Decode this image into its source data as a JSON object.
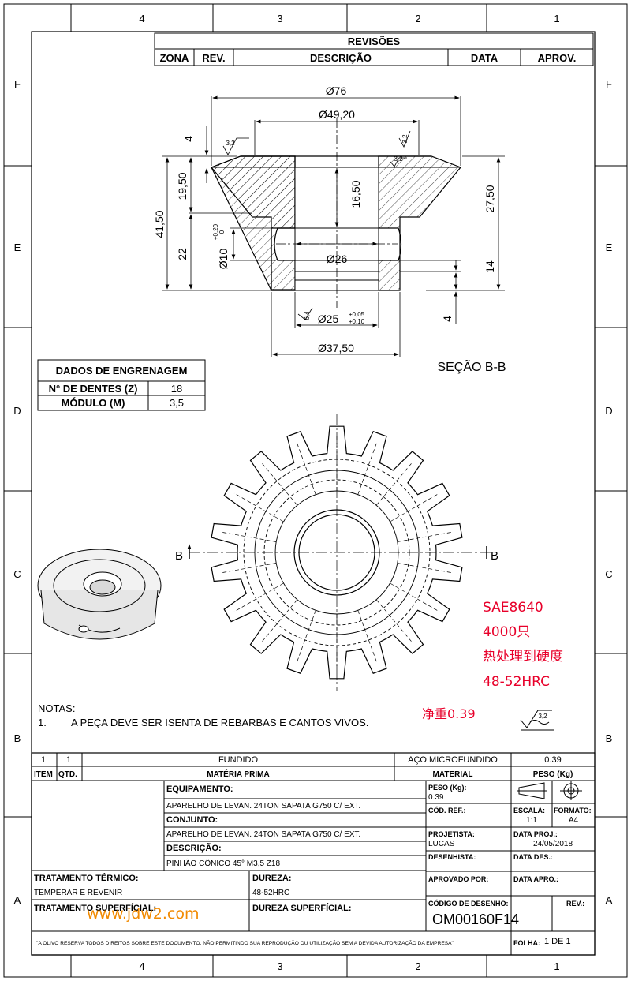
{
  "zones": {
    "columns": [
      "4",
      "3",
      "2",
      "1"
    ],
    "rows": [
      "F",
      "E",
      "D",
      "C",
      "B",
      "A"
    ]
  },
  "revisions": {
    "title": "REVISÕES",
    "headers": [
      "ZONA",
      "REV.",
      "DESCRIÇÃO",
      "DATA",
      "APROV."
    ]
  },
  "section": {
    "label": "SEÇÃO B-B",
    "cut_marker": "B",
    "dimensions": {
      "d76": "Ø76",
      "d4920": "Ø49,20",
      "d26": "Ø26",
      "d25": "Ø25",
      "d25_tol_upper": "+0,05",
      "d25_tol_lower": "+0,10",
      "d3750": "Ø37,50",
      "d10": "Ø10",
      "d10_tol_upper": "+0,20",
      "d10_tol_lower": "0",
      "h4_top": "4",
      "h1950": "19,50",
      "h4150": "41,50",
      "h22": "22",
      "h1650": "16,50",
      "h2750": "27,50",
      "h14": "14",
      "h4_bottom": "4",
      "roughness": "3,2",
      "roughness_small": "6,4"
    }
  },
  "gear_data": {
    "title": "DADOS DE ENGRENAGEM",
    "rows": [
      {
        "label": "N° DE DENTES (Z)",
        "value": "18"
      },
      {
        "label": "MÓDULO (M)",
        "value": "3,5"
      }
    ]
  },
  "annotations": {
    "material_grade": "SAE8640",
    "quantity": "4000只",
    "heat_treatment": "热处理到硬度",
    "hardness": "48-52HRC",
    "net_weight": "净重0.39",
    "watermark": "www.jdw2.com"
  },
  "notes": {
    "title": "NOTAS:",
    "items": [
      {
        "num": "1.",
        "text": "A PEÇA DEVE SER ISENTA DE REBARBAS E CANTOS VIVOS."
      }
    ]
  },
  "bom": {
    "row": {
      "item": "1",
      "qty": "1",
      "raw_material": "FUNDIDO",
      "material": "AÇO MICROFUNDIDO",
      "weight": "0.39"
    },
    "headers": {
      "item": "ITEM",
      "qty": "QTD.",
      "raw_material": "MATÉRIA PRIMA",
      "material": "MATERIAL",
      "weight": "PESO (Kg)"
    }
  },
  "title_block": {
    "equipamento_label": "EQUIPAMENTO:",
    "equipamento": "APARELHO DE LEVAN. 24TON SAPATA G750 C/ EXT.",
    "conjunto_label": "CONJUNTO:",
    "conjunto": "APARELHO DE LEVAN. 24TON SAPATA G750 C/ EXT.",
    "descricao_label": "DESCRIÇÃO:",
    "descricao": "PINHÃO CÔNICO 45° M3,5 Z18",
    "tratamento_termico_label": "TRATAMENTO TÉRMICO:",
    "tratamento_termico": "TEMPERAR E REVENIR",
    "dureza_label": "DUREZA:",
    "dureza": "48-52HRC",
    "tratamento_superficial_label": "TRATAMENTO SUPERFÍCIAL:",
    "dureza_superficial_label": "DUREZA SUPERFÍCIAL:",
    "peso_label": "PESO (Kg):",
    "peso": "0.39",
    "cod_ref_label": "CÓD. REF.:",
    "escala_label": "ESCALA:",
    "escala": "1:1",
    "formato_label": "FORMATO:",
    "formato": "A4",
    "projetista_label": "PROJETISTA:",
    "projetista": "LUCAS",
    "data_proj_label": "DATA PROJ.:",
    "data_proj": "24/05/2018",
    "desenhista_label": "DESENHISTA:",
    "data_des_label": "DATA DES.:",
    "aprovado_label": "APROVADO POR:",
    "data_apro_label": "DATA APRO.:",
    "codigo_label": "CÓDIGO DE DESENHO:",
    "codigo": "OM00160F14",
    "rev_label": "REV.:",
    "folha_label": "FOLHA:",
    "folha": "1 DE 1",
    "disclaimer": "\"A OLIVO RESERVA TODOS DIREITOS SOBRE ESTE DOCUMENTO, NÃO PERMITINDO SUA REPRODUÇÃO OU UTILIZAÇÃO SEM A DEVIDA AUTORIZAÇÃO DA EMPRESA\""
  },
  "colors": {
    "annotation": "#e8002a",
    "watermark": "#f28a00"
  }
}
